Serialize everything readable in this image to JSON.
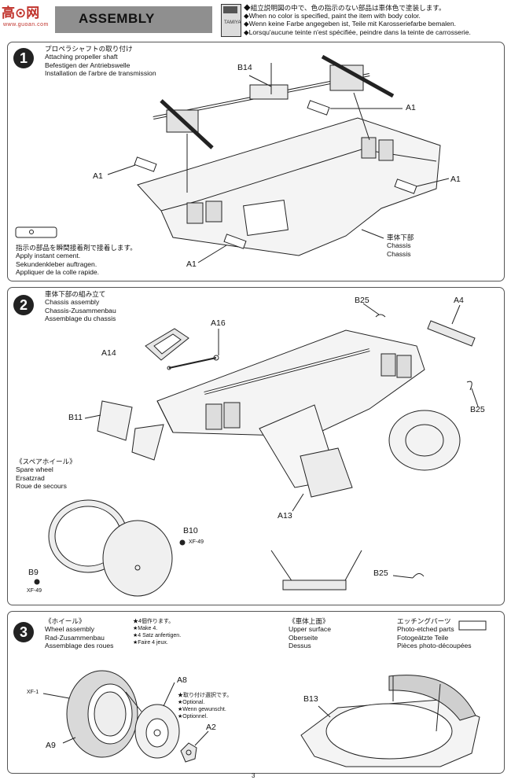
{
  "header": {
    "logo": "高⊙网",
    "logo_sub": "www.guoan.com",
    "title": "ASSEMBLY",
    "paint_label": "TAMIYA",
    "notes": [
      "◆組立説明図の中で、色の指示のない部品は車体色で塗装します。",
      "◆When no color is specified, paint the item with body color.",
      "◆Wenn keine Farbe angegeben ist, Teile mit Karosseriefarbe bemalen.",
      "◆Lorsqu'aucune teinte n'est spécifiée, peindre dans la teinte de carrosserie."
    ]
  },
  "step1": {
    "number": "1",
    "title": [
      "プロペラシャフトの取り付け",
      "Attaching propeller shaft",
      "Befestigen der Antriebswelle",
      "Installation de l'arbre de transmission"
    ],
    "parts": {
      "b14": "B14",
      "a1_right_top": "A1",
      "a1_left": "A1",
      "a1_right": "A1",
      "a1_bottom": "A1"
    },
    "chassis_label": [
      "車体下部",
      "Chassis",
      "Chassis"
    ],
    "cement_note": [
      "指示の部品を瞬間接着剤で接着します。",
      "Apply instant cement.",
      "Sekundenkleber auftragen.",
      "Appliquer de la colle rapide."
    ]
  },
  "step2": {
    "number": "2",
    "title": [
      "車体下部の組み立て",
      "Chassis assembly",
      "Chassis-Zusammenbau",
      "Assemblage du chassis"
    ],
    "parts": {
      "b25_top": "B25",
      "a4": "A4",
      "a16": "A16",
      "a14": "A14",
      "b11": "B11",
      "b25_right": "B25",
      "a13": "A13",
      "b10": "B10",
      "b9": "B9",
      "b25_bottom": "B25"
    },
    "paint": {
      "xf49_a": "XF-49",
      "xf49_b": "XF-49"
    },
    "spare": [
      "《スペアホイール》",
      "Spare wheel",
      "Ersatzrad",
      "Roue de secours"
    ]
  },
  "step3": {
    "number": "3",
    "wheel": [
      "《ホイール》",
      "Wheel assembly",
      "Rad-Zusammenbau",
      "Assemblage des roues"
    ],
    "make4": [
      "★4個作ります。",
      "★Make 4.",
      "★4 Satz anfertigen.",
      "★Faire 4 jeux."
    ],
    "optional": [
      "★取り付け選択です。",
      "★Optional.",
      "★Wenn gewunscht.",
      "★Optionnel."
    ],
    "upper": [
      "《車体上面》",
      "Upper surface",
      "Oberseite",
      "Dessus"
    ],
    "etching": [
      "エッチングパーツ",
      "Photo-etched parts",
      "Fotogeätzte Teile",
      "Pièces photo-découpées"
    ],
    "parts": {
      "xf1": "XF-1",
      "a8": "A8",
      "a9": "A9",
      "a2": "A2",
      "b13": "B13"
    }
  },
  "footer": {
    "page": "3"
  }
}
